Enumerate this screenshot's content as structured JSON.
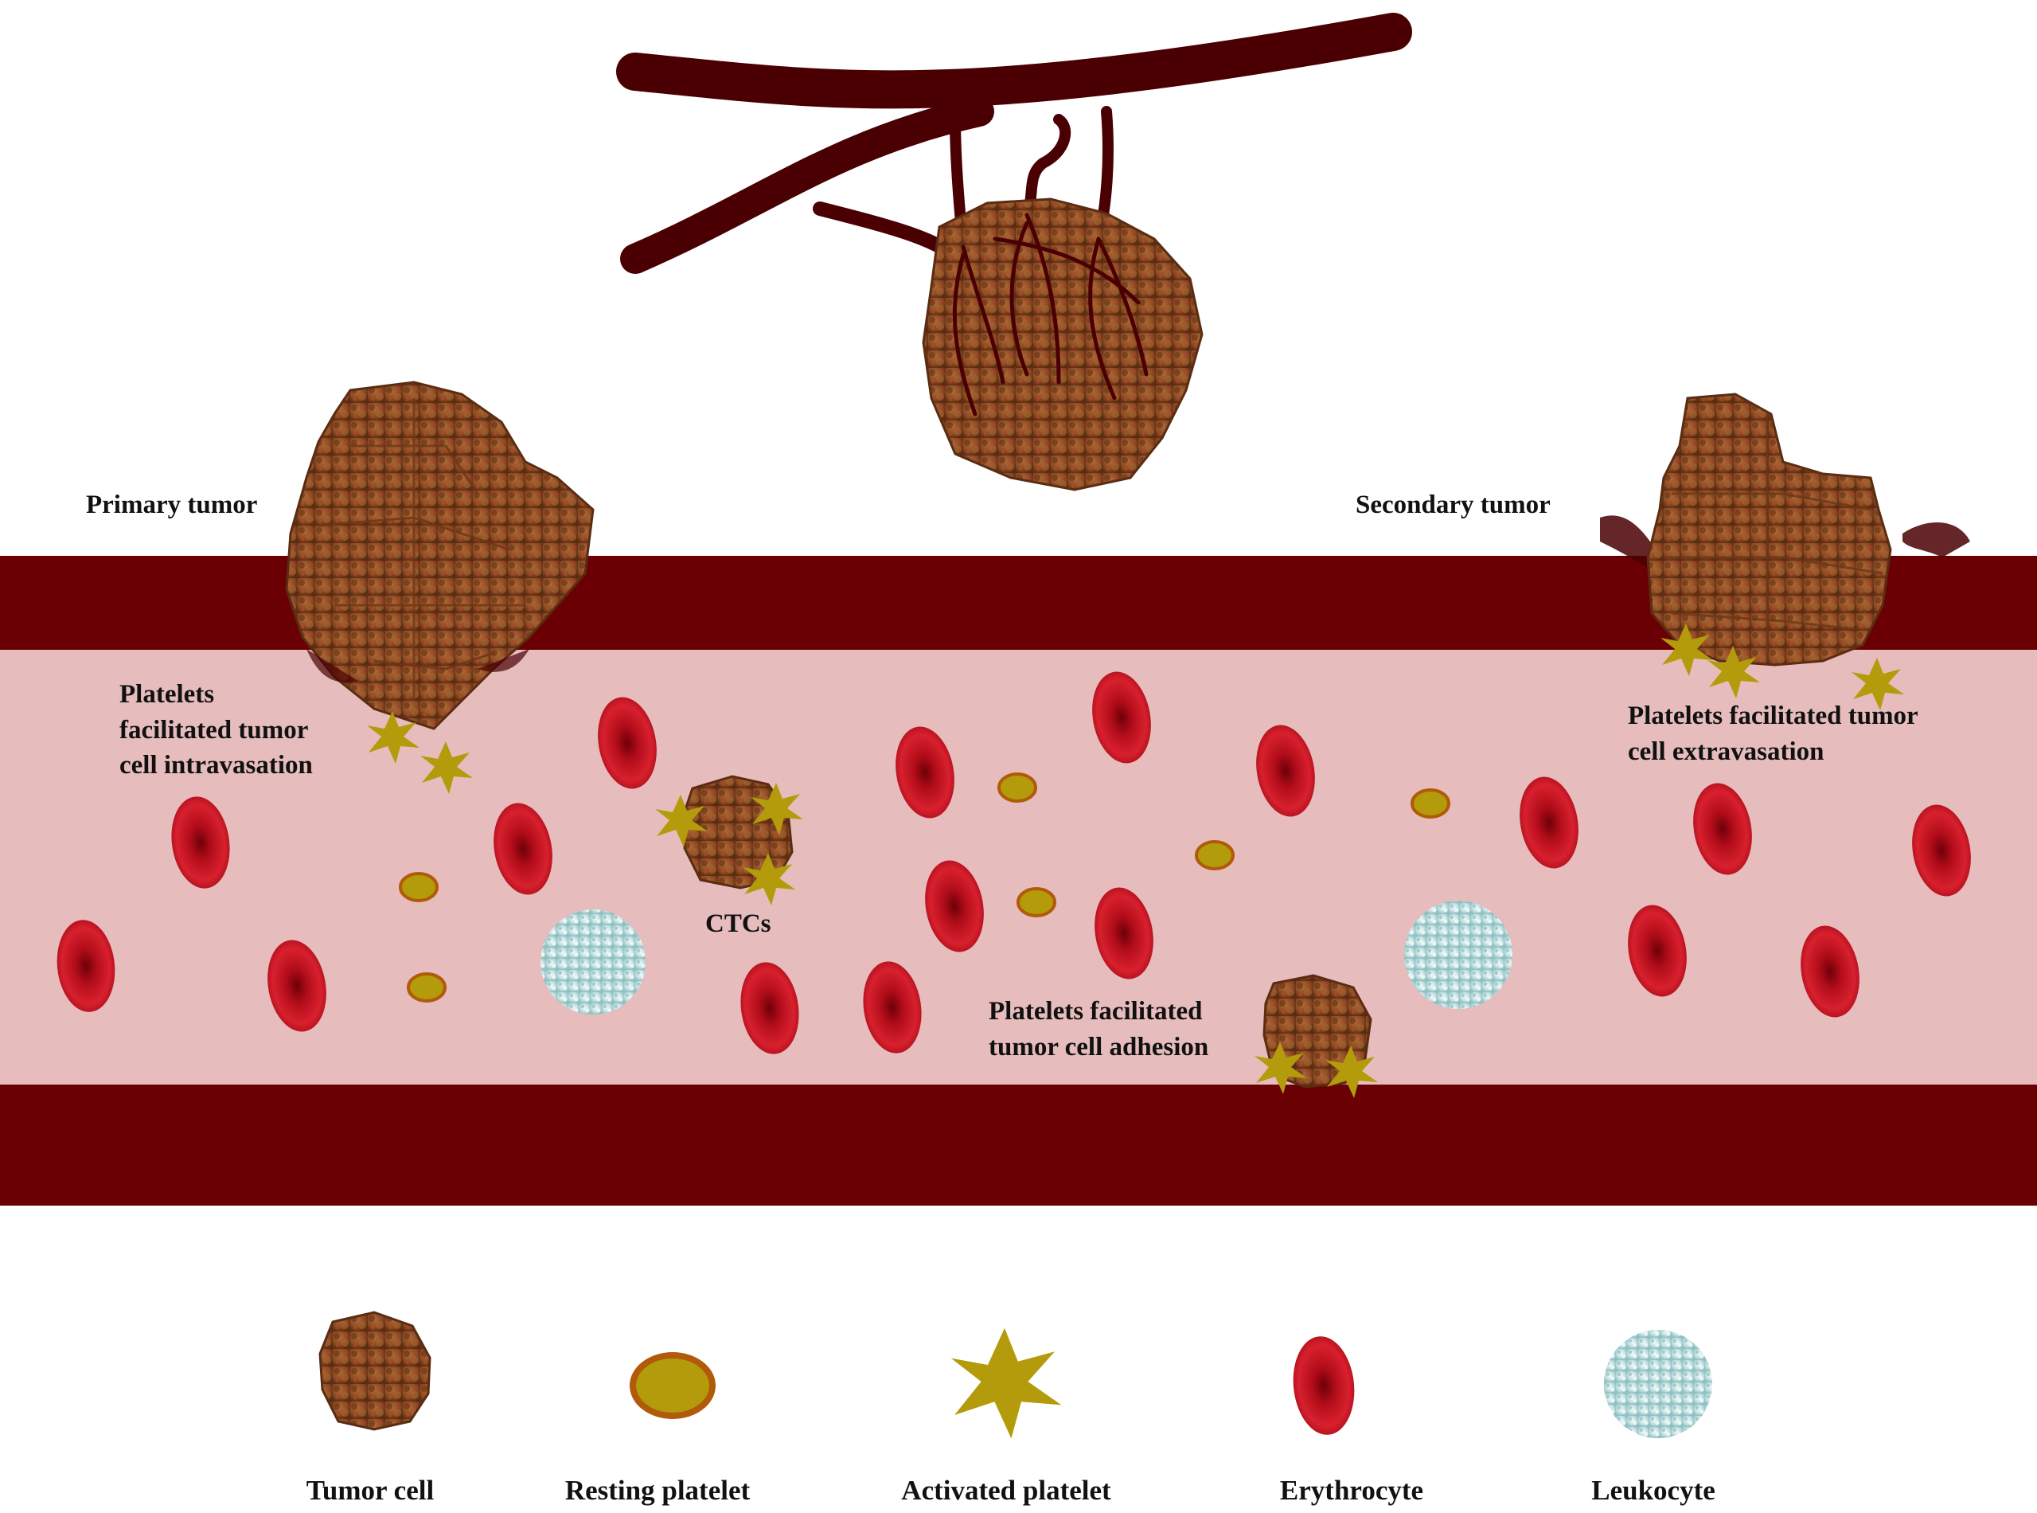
{
  "labels": {
    "primary_tumor": "Primary tumor",
    "secondary_tumor": "Secondary tumor",
    "intravasation_line1": "Platelets",
    "intravasation_line2": "facilitated tumor",
    "intravasation_line3": "cell intravasation",
    "ctcs": "CTCs",
    "adhesion_line1": "Platelets facilitated",
    "adhesion_line2": "tumor cell adhesion",
    "extravasation_line1": "Platelets facilitated tumor",
    "extravasation_line2": "cell extravasation"
  },
  "legend": [
    {
      "key": "tumor_cell",
      "label": "Tumor cell",
      "icon": "tumor-cell-icon"
    },
    {
      "key": "resting_platelet",
      "label": "Resting platelet",
      "icon": "resting-platelet-icon"
    },
    {
      "key": "activated_platelet",
      "label": "Activated platelet",
      "icon": "activated-platelet-icon"
    },
    {
      "key": "erythrocyte",
      "label": "Erythrocyte",
      "icon": "erythrocyte-icon"
    },
    {
      "key": "leukocyte",
      "label": "Leukocyte",
      "icon": "leukocyte-icon"
    }
  ],
  "colors": {
    "vessel_wall": "#6b0004",
    "lumen": "#e6bcbd",
    "capillary": "#4a0003",
    "tumor": "#8a4a22",
    "erythrocyte": "#c0101e",
    "platelet": "#b39b0b",
    "leukocyte": "#bfdedd"
  }
}
